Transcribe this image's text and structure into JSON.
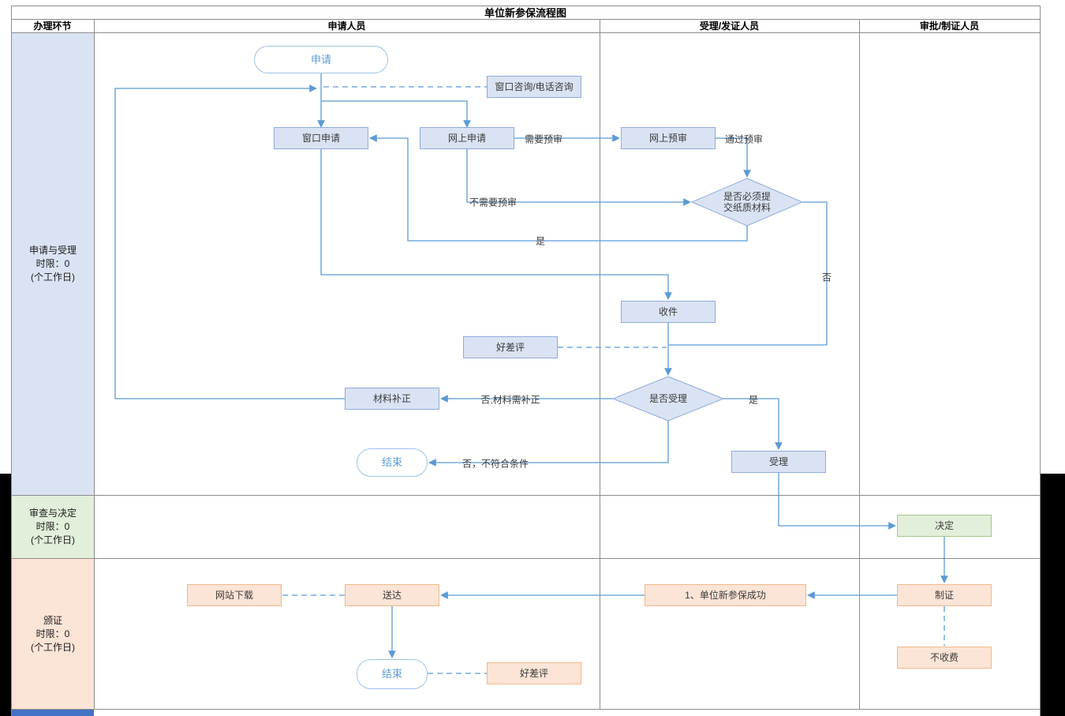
{
  "title": "单位新参保流程图",
  "header": {
    "col_stage": "办理环节",
    "col_applicant": "申请人员",
    "col_acceptor": "受理/发证人员",
    "col_approver": "审批/制证人员"
  },
  "lanes": {
    "apply": {
      "name": "申请与受理",
      "limit": "时限：0",
      "unit": "(个工作日)"
    },
    "review": {
      "name": "审查与决定",
      "limit": "时限：0",
      "unit": "(个工作日)"
    },
    "issue": {
      "name": "颁证",
      "limit": "时限：0",
      "unit": "(个工作日)"
    }
  },
  "nodes": {
    "start": "申请",
    "consult": "窗口咨询/电话咨询",
    "window_apply": "窗口申请",
    "online_apply": "网上申请",
    "online_preview": "网上预审",
    "paper_decision": "是否必须提交纸质材料",
    "receive": "收件",
    "review_feedback1": "好差评",
    "accept_decision": "是否受理",
    "material_fix": "材料补正",
    "end1": "结束",
    "accept": "受理",
    "decide": "决定",
    "make_cert": "制证",
    "success": "1、单位新参保成功",
    "deliver": "送达",
    "download": "网站下载",
    "end2": "结束",
    "review_feedback2": "好差评",
    "no_fee": "不收费"
  },
  "edge_labels": {
    "need_preview": "需要预审",
    "pass_preview": "通过预审",
    "no_need_preview": "不需要预审",
    "yes_paper": "是",
    "no_paper": "否",
    "no_material": "否,材料需补正",
    "no_condition": "否，不符合条件",
    "yes_accept": "是"
  },
  "colors": {
    "lane_apply_bg": "#dae3f3",
    "lane_review_bg": "#e2efda",
    "lane_issue_bg": "#fce4d6",
    "node_blue_bg": "#dae3f3",
    "node_blue_border": "#8faadc",
    "node_green_bg": "#e2efda",
    "node_orange_bg": "#fce4d6",
    "node_orange_border": "#efb98a",
    "connector": "#5b9bd5",
    "pill_text": "#5b9bd5",
    "bottom_strip": "#4472c4"
  }
}
